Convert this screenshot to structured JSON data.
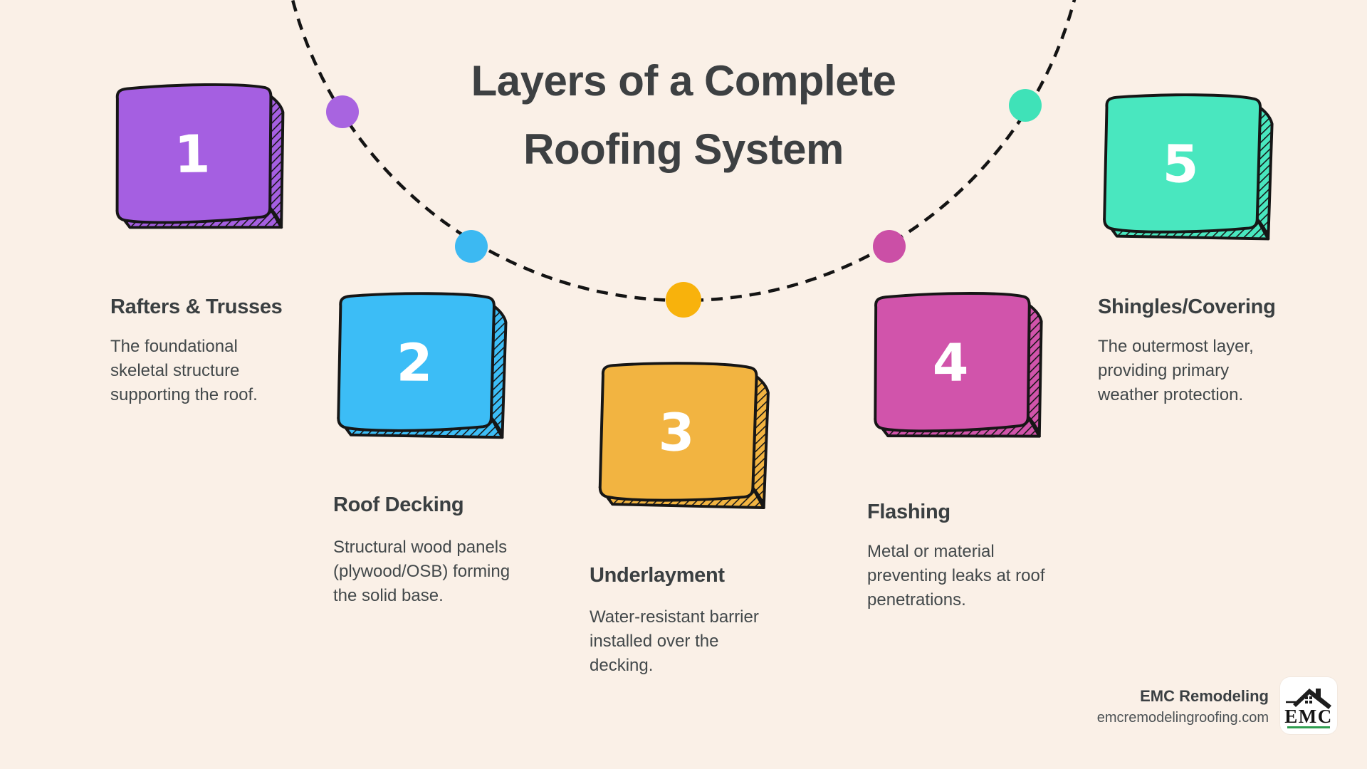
{
  "background_color": "#faf0e7",
  "title": {
    "line1": "Layers of a Complete",
    "line2": "Roofing System",
    "color": "#3d4042"
  },
  "arc": {
    "stroke_color": "#141414",
    "style": "dashed-circle"
  },
  "cards": [
    {
      "number": "1",
      "color": "#a55fe1",
      "dot_color": "#a864e0",
      "heading": "Rafters & Trusses",
      "description": "The foundational skeletal structure supporting the roof."
    },
    {
      "number": "2",
      "color": "#3cbdf6",
      "dot_color": "#3cb9f2",
      "heading": "Roof Decking",
      "description": "Structural wood panels (plywood/OSB) forming the solid base."
    },
    {
      "number": "3",
      "color": "#f2b441",
      "dot_color": "#f8b20c",
      "heading": "Underlayment",
      "description": "Water-resistant barrier installed over the decking."
    },
    {
      "number": "4",
      "color": "#d154ab",
      "dot_color": "#cb4fa6",
      "heading": "Flashing",
      "description": "Metal or material preventing leaks at roof penetrations."
    },
    {
      "number": "5",
      "color": "#49e7bf",
      "dot_color": "#3fe2b8",
      "heading": "Shingles/Covering",
      "description": "The outermost layer, providing primary weather protection."
    }
  ],
  "footer": {
    "company": "EMC Remodeling",
    "website": "emcremodelingroofing.com",
    "logo_text": "EMC",
    "logo_line_color": "#2e9e4f"
  }
}
